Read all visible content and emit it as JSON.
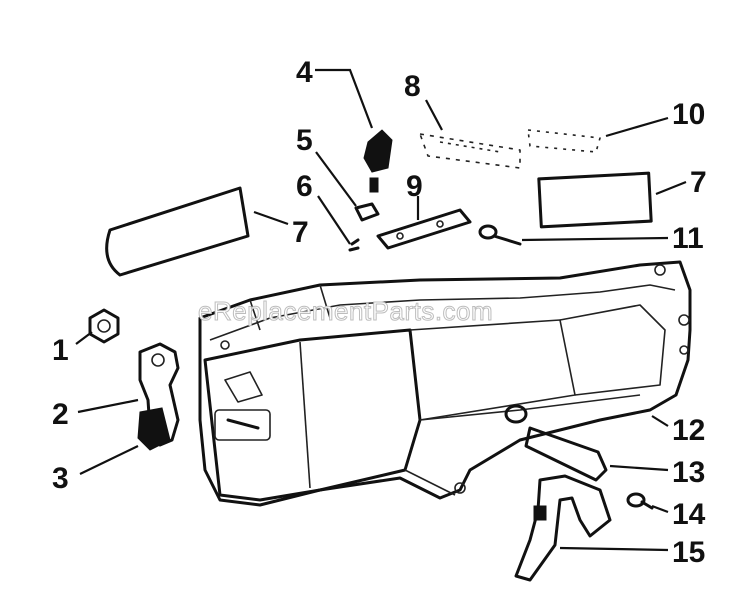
{
  "watermark": "eReplacementParts.com",
  "callouts": {
    "c1": "1",
    "c2": "2",
    "c3": "3",
    "c4": "4",
    "c5": "5",
    "c6": "6",
    "c7a": "7",
    "c7b": "7",
    "c8": "8",
    "c9": "9",
    "c10": "10",
    "c11": "11",
    "c12": "12",
    "c13": "13",
    "c14": "14",
    "c15": "15"
  }
}
